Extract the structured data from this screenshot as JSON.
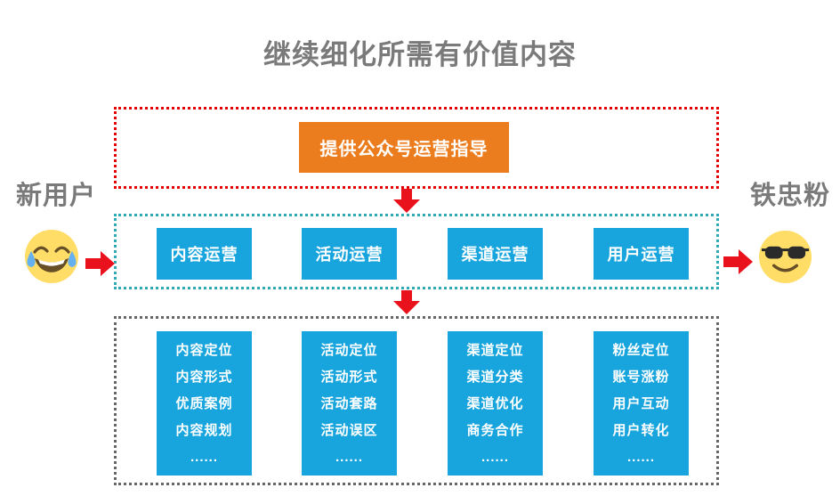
{
  "title": "继续细化所需有价值内容",
  "top_section": {
    "label": "提供公众号运营指导"
  },
  "middle_section": {
    "items": [
      {
        "label": "内容运营"
      },
      {
        "label": "活动运营"
      },
      {
        "label": "渠道运营"
      },
      {
        "label": "用户运营"
      }
    ]
  },
  "bottom_section": {
    "columns": [
      {
        "items": [
          "内容定位",
          "内容形式",
          "优质案例",
          "内容规划",
          "......"
        ]
      },
      {
        "items": [
          "活动定位",
          "活动形式",
          "活动套路",
          "活动误区",
          "......"
        ]
      },
      {
        "items": [
          "渠道定位",
          "渠道分类",
          "渠道优化",
          "商务合作",
          "......"
        ]
      },
      {
        "items": [
          "粉丝定位",
          "账号涨粉",
          "用户互动",
          "用户转化",
          "......"
        ]
      }
    ]
  },
  "left_actor": {
    "label": "新用户",
    "emoji": "face-with-tears-of-joy-emoji"
  },
  "right_actor": {
    "label": "铁忠粉",
    "emoji": "smiling-face-with-sunglasses-emoji"
  },
  "colors": {
    "accent_orange": "#EC7D1E",
    "accent_blue": "#18A5DD",
    "arrow_red": "#E8111C",
    "border_red": "#E60000",
    "border_teal": "#2EA9B5",
    "border_gray": "#666666",
    "title_gray": "#7A7A7A"
  }
}
